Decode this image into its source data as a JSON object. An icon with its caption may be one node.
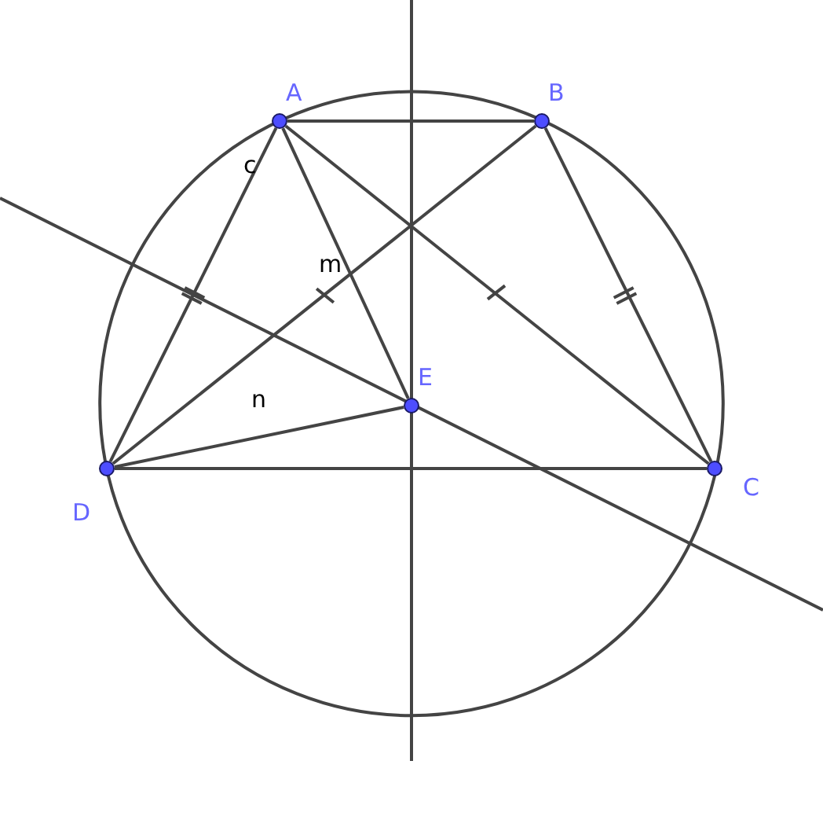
{
  "diagram": {
    "nodes": [
      {
        "text": [],
        "shape": "circle",
        "beside": [
          "A"
        ]
      },
      {
        "text": [],
        "shape": "circle",
        "beside": [
          "B"
        ]
      },
      {
        "text": [],
        "shape": "circle",
        "beside": [
          "C"
        ]
      },
      {
        "text": [],
        "shape": "circle",
        "beside": [
          "D"
        ]
      },
      {
        "text": [],
        "shape": "circle",
        "beside": [
          "E"
        ]
      }
    ],
    "edges": [
      {
        "from": 0,
        "to": 1,
        "arrow": "none"
      },
      {
        "from": 0,
        "to": 3,
        "arrow": "none",
        "label": "c"
      },
      {
        "from": 0,
        "to": 4,
        "arrow": "none",
        "label": "m"
      },
      {
        "from": 0,
        "to": 2,
        "arrow": "none"
      },
      {
        "from": 1,
        "to": 3,
        "arrow": "none"
      },
      {
        "from": 1,
        "to": 2,
        "arrow": "none"
      },
      {
        "from": 3,
        "to": 2,
        "arrow": "none"
      },
      {
        "from": 3,
        "to": 4,
        "arrow": "none",
        "label": "n"
      }
    ]
  }
}
